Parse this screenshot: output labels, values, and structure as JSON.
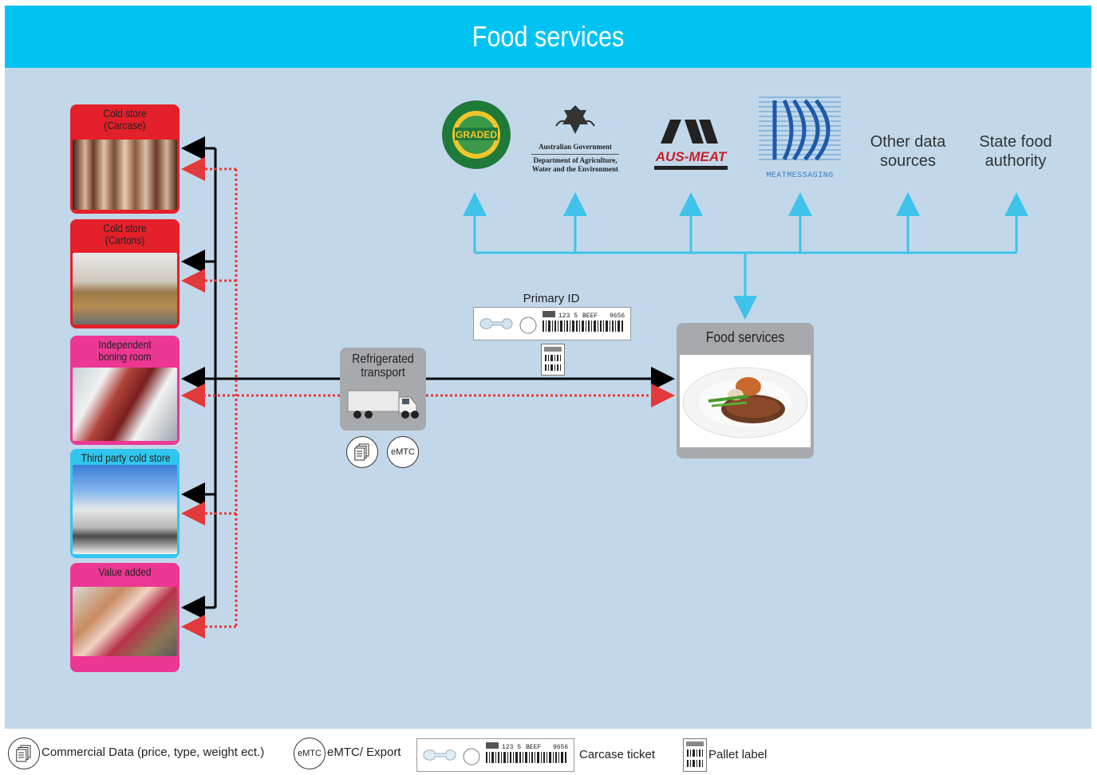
{
  "header": {
    "title": "Food services"
  },
  "locations": [
    {
      "label": "Cold store\n(Carcase)",
      "color": "#e4202a"
    },
    {
      "label": "Cold store\n(Cartons)",
      "color": "#e4202a"
    },
    {
      "label": "Independent\nboning room",
      "color": "#ec3894"
    },
    {
      "label": "Third party cold store",
      "color": "#31c6ee"
    },
    {
      "label": "Value added",
      "color": "#ec3894"
    }
  ],
  "transport": {
    "label": "Refrigerated\ntransport",
    "icons": [
      "document-icon",
      "emtc-icon"
    ],
    "emtc_text": "eMTC"
  },
  "primary_id": {
    "label": "Primary ID"
  },
  "food_services_box": {
    "label": "Food services"
  },
  "data_sources": {
    "graded_logo_text": "GRADED",
    "gov_logo": {
      "line1": "Australian Government",
      "line2": "Department of Agriculture,",
      "line3": "Water and the Environment"
    },
    "ausmeat_logo_text": "AUS-MEAT",
    "meatmessaging_text": "MEATMESSAGING",
    "other": "Other data\nsources",
    "state": "State food\nauthority"
  },
  "ticket": {
    "code": "123 5",
    "product": "BEEF",
    "number": "9656"
  },
  "legend": {
    "commercial": "Commercial Data (price, type, weight ect.)",
    "emtc_badge": "eMTC",
    "emtc": "eMTC/ Export",
    "carcase": "Carcase ticket",
    "pallet": "Pallet label"
  },
  "colors": {
    "title_bg": "#00c3f3",
    "canvas_bg": "#c2d8ea",
    "data_line": "#3fc3ea",
    "physical_arrow": "#000000",
    "dotted_arrow": "#e23a3a"
  }
}
